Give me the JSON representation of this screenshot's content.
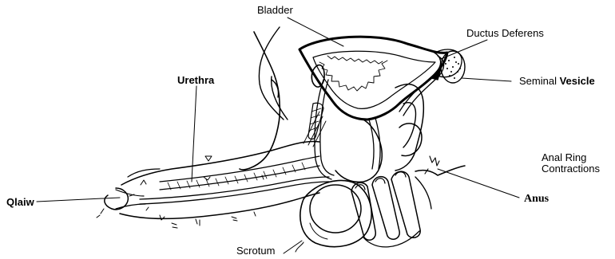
{
  "labels": {
    "bladder": "Bladder",
    "ductus_deferens": "Ductus Deferens",
    "seminal_vesicle_prefix": "Seminal",
    "seminal_vesicle_bold": "Vesicle",
    "urethra": "Urethra",
    "anal_ring_line1": "Anal Ring",
    "anal_ring_line2": "Contractions",
    "glans": "Qlaiw",
    "anus": "Anus",
    "scrotum": "Scrotum"
  },
  "colors": {
    "ink": "#000000",
    "paper": "#ffffff"
  }
}
